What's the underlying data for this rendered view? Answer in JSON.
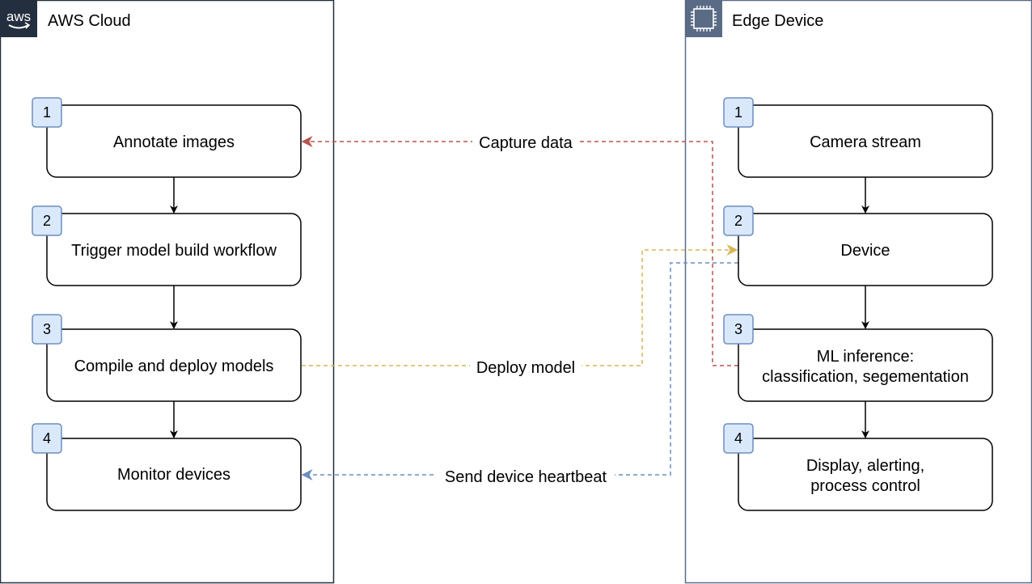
{
  "colors": {
    "group_border": "#232f3e",
    "edge_group_border": "#5a6b86",
    "badge_fill": "#dae8fc",
    "badge_stroke": "#6c8ebf",
    "red": "#b85450",
    "yellow": "#d6b656",
    "blue": "#6c8ebf",
    "aws_logo_bg": "#232f3e",
    "chip_icon_bg": "#5a6b86"
  },
  "icons": {
    "aws_logo": "aws-logo-icon",
    "chip": "chip-icon"
  },
  "aws_cloud": {
    "logo_text": "aws",
    "title": "AWS Cloud",
    "steps": [
      {
        "num": "1",
        "label": [
          "Annotate images"
        ]
      },
      {
        "num": "2",
        "label": [
          "Trigger model build workflow"
        ]
      },
      {
        "num": "3",
        "label": [
          "Compile and deploy models"
        ]
      },
      {
        "num": "4",
        "label": [
          "Monitor devices"
        ]
      }
    ]
  },
  "edge_device": {
    "title": "Edge Device",
    "steps": [
      {
        "num": "1",
        "label": [
          "Camera stream"
        ]
      },
      {
        "num": "2",
        "label": [
          "Device"
        ]
      },
      {
        "num": "3",
        "label": [
          "ML inference:",
          "classification, segementation"
        ]
      },
      {
        "num": "4",
        "label": [
          "Display, alerting,",
          "process control"
        ]
      }
    ]
  },
  "connections": {
    "capture_data": "Capture data",
    "deploy_model": "Deploy model",
    "send_heartbeat": "Send device heartbeat"
  }
}
